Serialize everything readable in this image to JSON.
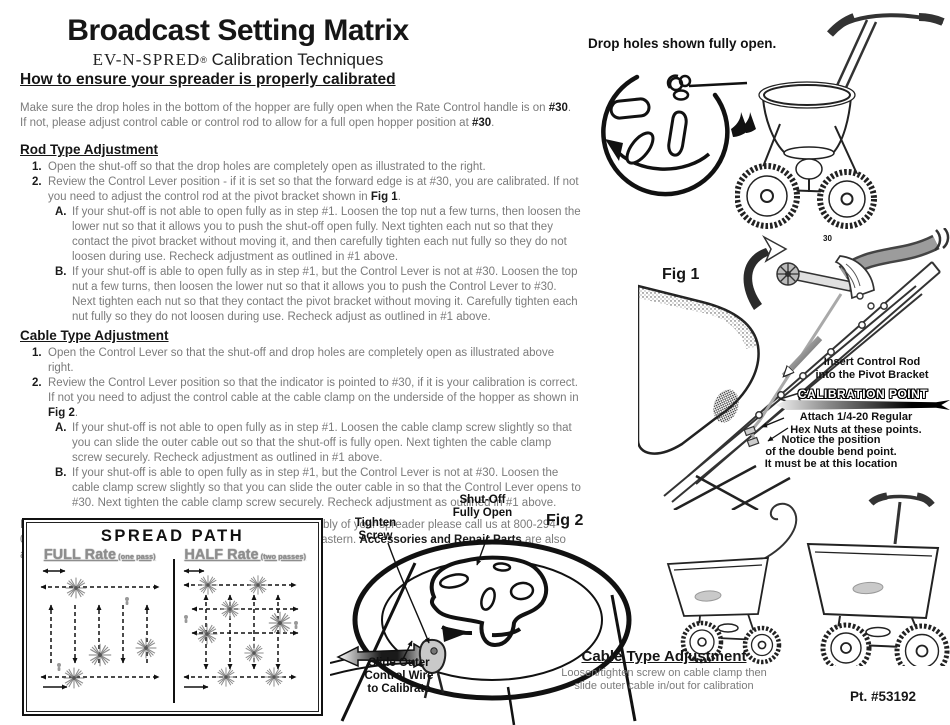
{
  "colors": {
    "body_text": "#7b7b7b",
    "heading": "#161616",
    "ink": "#111111",
    "banner_gradient_end": "#000000"
  },
  "page": {
    "title": "Broadcast Setting Matrix",
    "subtitle_brand": "EV-N-SPRED",
    "subtitle_reg": "®",
    "subtitle_rest": " Calibration Techniques",
    "part_number": "Pt. #53192"
  },
  "intro": {
    "heading": "How to ensure your spreader is properly calibrated",
    "segments": [
      {
        "t": "Make sure the drop holes in the bottom of the hopper are fully open when the Rate Control handle is on "
      },
      {
        "t": "#30",
        "b": true
      },
      {
        "t": ".\nIf not, please adjust control cable or control rod to allow for a full open hopper position at "
      },
      {
        "t": "#30",
        "b": true
      },
      {
        "t": "."
      }
    ]
  },
  "rod": {
    "heading": "Rod Type Adjustment",
    "item1_num": "1.",
    "item1": [
      {
        "t": "Open the shut-off so that the drop holes are completely open as illustrated to the right."
      }
    ],
    "item2_num": "2.",
    "item2": [
      {
        "t": "Review the Control Lever position - if it is set so that the forward edge is at #30, you are calibrated.  If not you need to adjust the control rod at the pivot bracket shown in "
      },
      {
        "t": "Fig 1",
        "b": true
      },
      {
        "t": "."
      }
    ],
    "itemA_letter": "A.",
    "itemA": [
      {
        "t": "If your shut-off is not able to open fully as in step #1. Loosen the top nut a few turns, then loosen the lower nut so that it allows you to push the shut-off open fully.  Next tighten each nut so that they contact the pivot bracket without moving it, and then carefully tighten each nut fully so they do not loosen during use.  Recheck adjustment as outlined in #1 above."
      }
    ],
    "itemB_letter": "B.",
    "itemB": [
      {
        "t": "If your shut-off is able to open fully as in step #1, but the Control Lever is not at #30.  Loosen the top nut a few turns, then loosen the lower nut so that it allows you to push the Control Lever to #30.  Next tighten each nut so that they contact the pivot bracket without moving it. Carefully tighten each nut fully so they do not loosen during use.  Recheck adjust as outlined in #1 above."
      }
    ]
  },
  "cable": {
    "heading": "Cable Type Adjustment",
    "item1_num": "1.",
    "item1": [
      {
        "t": "Open the Control Lever so that the shut-off and drop holes are completely open as illustrated above right."
      }
    ],
    "item2_num": "2.",
    "item2": [
      {
        "t": "Review the Control Lever position so that the indicator is pointed to #30, if it is your calibration is correct.  If not you need to adjust the control cable at the cable clamp on the underside of the hopper as shown in "
      },
      {
        "t": "Fig 2",
        "b": true
      },
      {
        "t": "."
      }
    ],
    "itemA_letter": "A.",
    "itemA": [
      {
        "t": "If your shut-off is not able to open fully as in step #1. Loosen the cable clamp screw slightly so that you can slide the outer cable out so that the shut-off is fully open. Next tighten the cable clamp screw securely.  Recheck adjustment as outlined in #1 above."
      }
    ],
    "itemB_letter": "B.",
    "itemB": [
      {
        "t": "If your shut-off is able to open fully as in step #1, but the Control Lever is not at #30.  Loosen the cable clamp screw slightly so that you can slide the outer cable in so that the Control Lever opens to #30. Next tighten the cable clamp screw securely. Recheck adjustment as outlined in #1 above."
      }
    ]
  },
  "contact": {
    "segments": [
      {
        "t": "If you have any questions regarding the operation or assembly of your spreader please call us at 800-294-0671 or 574-848-7491 Monday - Friday 9:00am - 4:00pm Eastern.  "
      },
      {
        "t": "Accessories and Repair Parts",
        "b": true
      },
      {
        "t": " are also available at these numbers."
      }
    ]
  },
  "spread_path": {
    "title": "SPREAD PATH",
    "full_label": "FULL Rate",
    "full_note": " (one pass)",
    "half_label": "HALF Rate",
    "half_note": " (two passes)"
  },
  "drop_holes": {
    "caption": "Drop holes shown fully open."
  },
  "fig1": {
    "label": "Fig 1",
    "dial_value": "30",
    "insert_label": "Insert Control Rod\ninto the Pivot Bracket",
    "calibration_banner": "CALIBRATION POINT",
    "hex_label": "Attach 1/4-20 Regular\nHex Nuts at these points.",
    "bend_label": "Notice the position\nof the double bend point.\nIt must be at this location"
  },
  "fig2": {
    "label": "Fig 2",
    "shutoff_label": "Shut-Off\nFully Open",
    "tighten_label": "Tighten\nScrew",
    "slide_label": "Slide Outer\nControl Wire\nto Calibrate"
  },
  "cable_caption": {
    "heading": "Cable Type Adjustment",
    "line1": "Loosen/tighten screw on cable clamp then",
    "line2": "slide outer cable in/out for calibration"
  }
}
